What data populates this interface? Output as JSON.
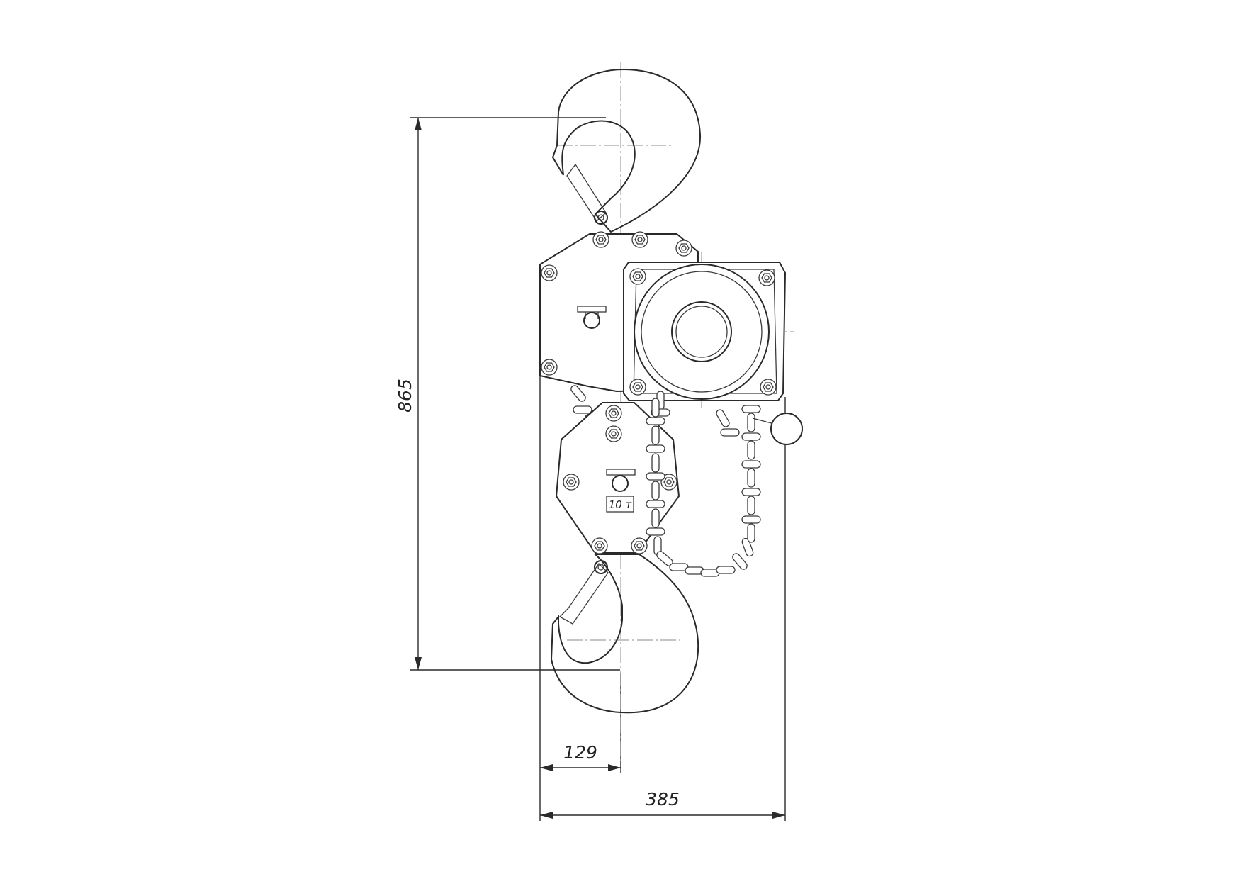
{
  "dimensions": {
    "height": "865",
    "hook_offset": "129",
    "overall_width": "385"
  },
  "capacity_plate": "10 т",
  "colors": {
    "line": "#2a2a2a",
    "background": "#ffffff"
  }
}
